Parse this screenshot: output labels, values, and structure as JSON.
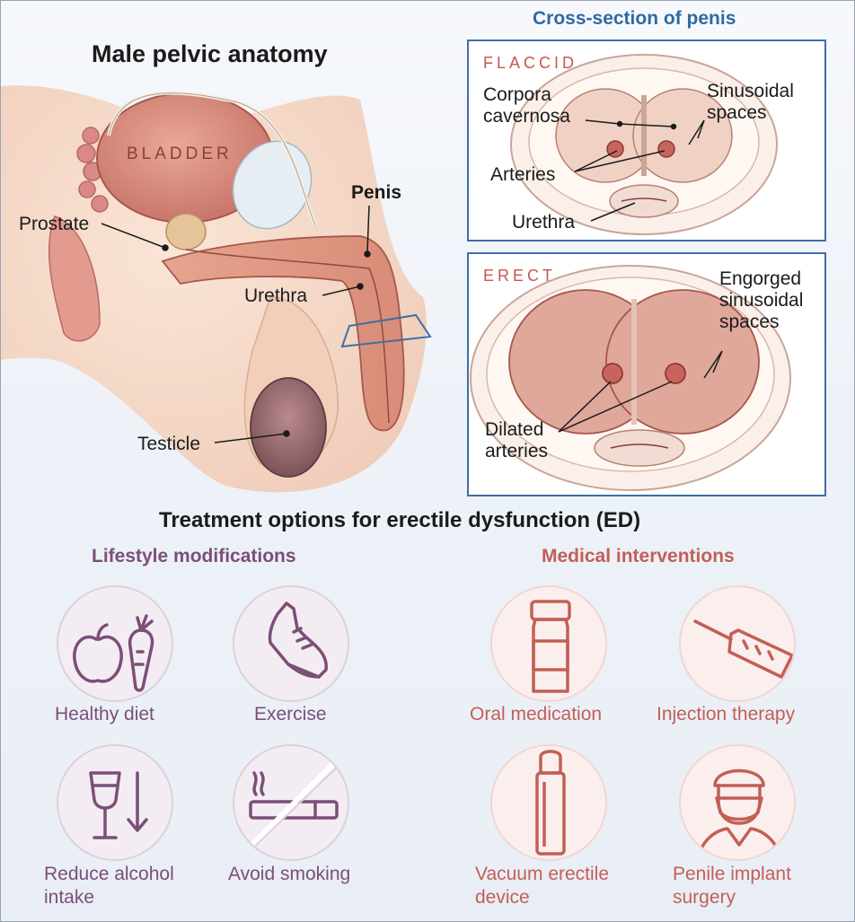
{
  "anatomy": {
    "title": "Male pelvic anatomy",
    "labels": {
      "bladder": "BLADDER",
      "prostate": "Prostate",
      "penis": "Penis",
      "urethra": "Urethra",
      "testicle": "Testicle"
    }
  },
  "cross_section": {
    "title": "Cross-section of penis",
    "flaccid": {
      "label": "FLACCID",
      "corpora_line1": "Corpora",
      "corpora_line2": "cavernosa",
      "sinus_line1": "Sinusoidal",
      "sinus_line2": "spaces",
      "arteries": "Arteries",
      "urethra": "Urethra"
    },
    "erect": {
      "label": "ERECT",
      "engorged_line1": "Engorged",
      "engorged_line2": "sinusoidal",
      "engorged_line3": "spaces",
      "dilated_line1": "Dilated",
      "dilated_line2": "arteries"
    }
  },
  "treatment": {
    "title": "Treatment options for erectile dysfunction (ED)",
    "lifestyle": {
      "heading": "Lifestyle modifications",
      "items": [
        {
          "line1": "Healthy diet",
          "line2": "",
          "icon": "apple-carrot-icon"
        },
        {
          "line1": "Exercise",
          "line2": "",
          "icon": "sneaker-icon"
        },
        {
          "line1": "Reduce alcohol",
          "line2": "intake",
          "icon": "wine-glass-down-arrow-icon"
        },
        {
          "line1": "Avoid smoking",
          "line2": "",
          "icon": "no-cigarette-icon"
        }
      ]
    },
    "medical": {
      "heading": "Medical interventions",
      "items": [
        {
          "line1": "Oral medication",
          "line2": "",
          "icon": "pill-bottle-icon"
        },
        {
          "line1": "Injection therapy",
          "line2": "",
          "icon": "syringe-icon"
        },
        {
          "line1": "Vacuum erectile",
          "line2": "device",
          "icon": "vacuum-tube-icon"
        },
        {
          "line1": "Penile implant",
          "line2": "surgery",
          "icon": "surgeon-icon"
        }
      ]
    }
  },
  "colors": {
    "panel_border": "#3e6fa6",
    "cross_title": "#2f6aa3",
    "lifestyle": "#7b4f78",
    "medical": "#c35f55"
  }
}
